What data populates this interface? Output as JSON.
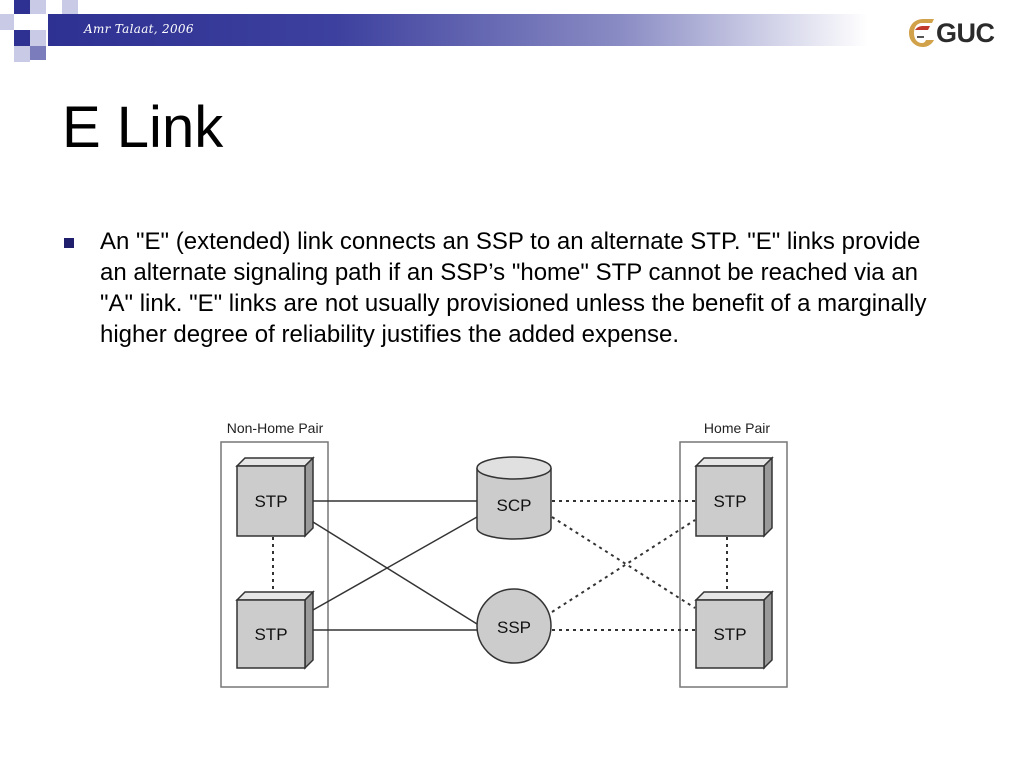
{
  "header": {
    "author": "Amr Talaat, 2006",
    "logo_text": "GUC",
    "logo_icon": "guc-logo-icon"
  },
  "slide": {
    "title": "E Link",
    "bullets": [
      "An \"E\" (extended) link connects an SSP to an alternate STP. \"E\" links provide an alternate signaling path if an SSP’s \"home\" STP cannot be reached via an \"A\" link. \"E\" links are not usually provisioned unless the benefit of a marginally higher degree of reliability justifies the added expense."
    ]
  },
  "diagram": {
    "groups": {
      "left": "Non-Home Pair",
      "right": "Home Pair"
    },
    "nodes": {
      "left_top_stp": "STP",
      "left_bottom_stp": "STP",
      "scp": "SCP",
      "ssp": "SSP",
      "right_top_stp": "STP",
      "right_bottom_stp": "STP"
    }
  },
  "colors": {
    "band_dark": "#2e3192",
    "bullet": "#1f1f6e",
    "node_fill": "#cccccc",
    "node_top": "#e6e6e6",
    "node_side": "#9a9a9a"
  }
}
